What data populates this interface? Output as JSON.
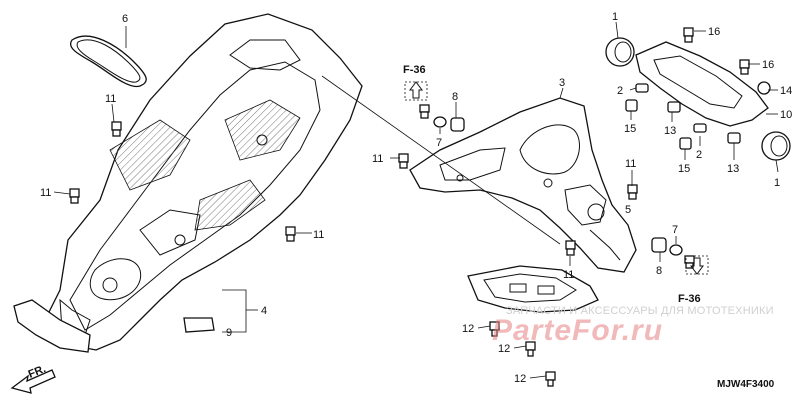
{
  "diagram": {
    "callouts": {
      "c1_top": "1",
      "c1_bottom": "1",
      "c2_left": "2",
      "c2_right": "2",
      "c3": "3",
      "c4": "4",
      "c5": "5",
      "c6": "6",
      "c7_upper": "7",
      "c7_lower": "7",
      "c8_upper": "8",
      "c8_lower": "8",
      "c9": "9",
      "c10": "10",
      "c11_a": "11",
      "c11_b": "11",
      "c11_c": "11",
      "c11_d": "11",
      "c11_e": "11",
      "c11_f": "11",
      "c12_a": "12",
      "c12_b": "12",
      "c12_c": "12",
      "c13_left": "13",
      "c13_right": "13",
      "c14": "14",
      "c15_left": "15",
      "c15_right": "15",
      "c16_left": "16",
      "c16_right": "16"
    },
    "refs": {
      "f36_top": "F-36",
      "f36_bottom": "F-36"
    },
    "direction_label": "FR.",
    "drawing_code": "MJW4F3400"
  },
  "watermark": {
    "text_small": "ЗАПЧАСТИ И АКСЕССУАРЫ ДЛЯ МОТОТЕХНИКИ",
    "text_large": "ParteFor.ru"
  }
}
